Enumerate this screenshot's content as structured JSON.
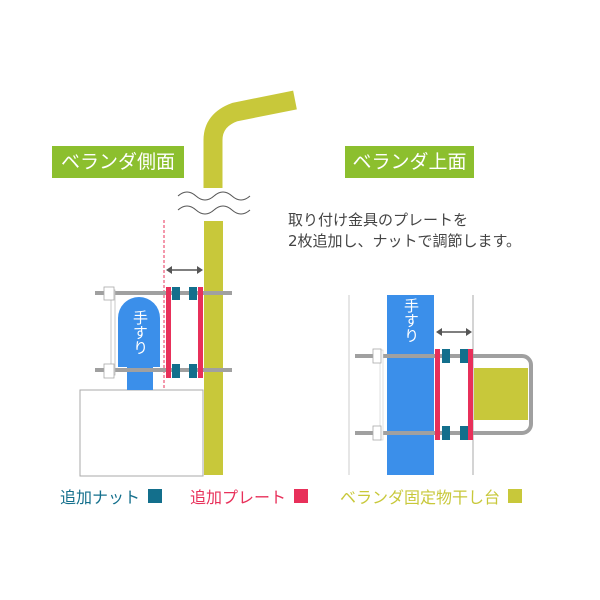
{
  "side_view": {
    "title": "ベランダ側面",
    "handrail_label": "手すり"
  },
  "top_view": {
    "title": "ベランダ上面",
    "handrail_label": "手すり"
  },
  "note": {
    "line1": "取り付け金具のプレートを",
    "line2": "2枚追加し、ナットで調節します。"
  },
  "legend": [
    {
      "label": "追加ナット",
      "color": "#136f8c"
    },
    {
      "label": "追加プレート",
      "color": "#e8305a"
    },
    {
      "label": "ベランダ固定物干し台",
      "color": "#c8c83a"
    }
  ],
  "colors": {
    "pole": "#c8c83a",
    "handrail": "#3b8fea",
    "header": "#8cbf2e",
    "bar": "#a0a0a0"
  }
}
